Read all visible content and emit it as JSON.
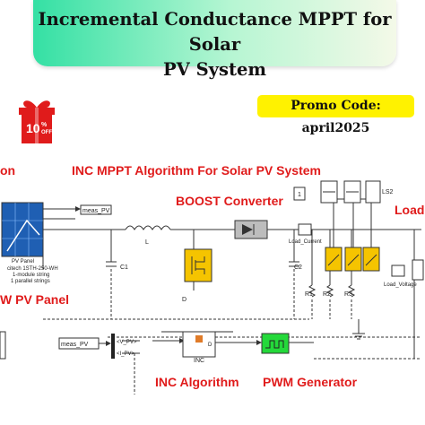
{
  "header": {
    "title_line1": "Incremental Conductance MPPT for Solar",
    "title_line2": "PV System"
  },
  "promo": {
    "label": "Promo Code:  april2025"
  },
  "badge": {
    "percent": "10",
    "sup": "%",
    "off": "OFF"
  },
  "labels": {
    "left_edge_top": "on",
    "inc_mppt_title": "INC MPPT Algorithm For Solar PV System",
    "boost_converter": "BOOST Converter",
    "load_edge": "Load",
    "pv_panel_left": "W PV Panel",
    "inc_algorithm": "INC Algorithm",
    "pwm_generator": "PWM Generator"
  },
  "blocks": {
    "meas_pv_out": "meas_PV",
    "pv_panel": "PV Panel",
    "pv_desc1": "citech 1STH-250-WH",
    "pv_desc2": "1-module string",
    "pv_desc3": "1 parallel strings",
    "inductor": "L",
    "c1": "C1",
    "c2": "C2",
    "load_current": "Load_Current",
    "load_voltage": "Load_Voltage",
    "ls2": "LS2",
    "r1": "R1",
    "r2": "R2",
    "r3": "R3",
    "const_box": "1",
    "meas_pv_in": "meas_PV",
    "v_pv": "<V_PV>",
    "i_pv": "<I_PV>",
    "inc_block": "INC",
    "d_port": "D"
  }
}
